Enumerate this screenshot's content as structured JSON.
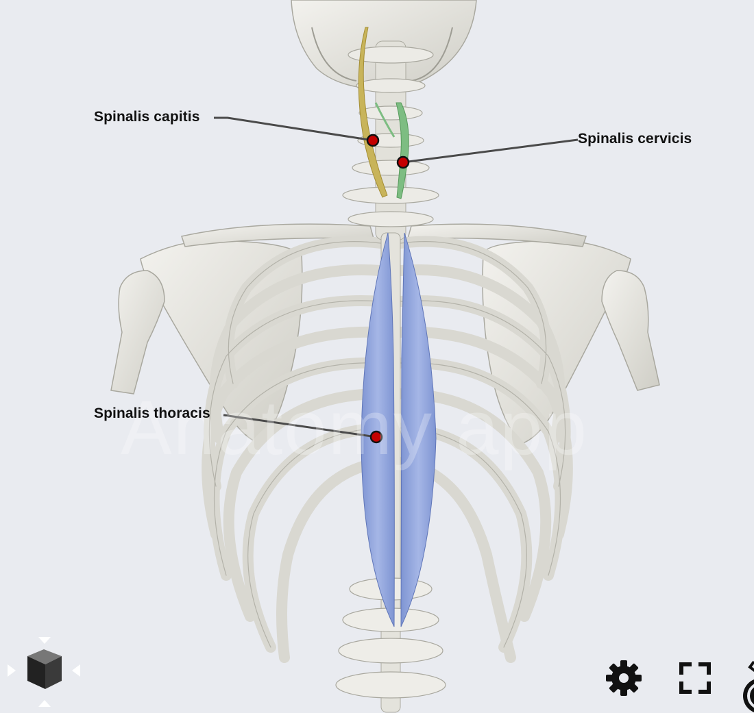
{
  "app": {
    "watermark_text": "Anatomy app"
  },
  "labels": {
    "spinalis_capitis": "Spinalis capitis",
    "spinalis_cervicis": "Spinalis cervicis",
    "spinalis_thoracis": "Spinalis thoracis"
  },
  "controls": {
    "view_cube_icon": "cube-icon",
    "settings_icon": "gear-icon",
    "fullscreen_icon": "fullscreen-icon",
    "partial_icon": "info-icon"
  },
  "colors": {
    "background": "#e9ebf0",
    "bone": "#e6e5df",
    "bone_shadow": "#bdbcb3",
    "muscle_thoracis": "#8da3da",
    "muscle_capitis": "#c8b45a",
    "muscle_cervicis": "#7dbd82",
    "marker": "#c40000",
    "leader_line": "#4a4a4a"
  }
}
